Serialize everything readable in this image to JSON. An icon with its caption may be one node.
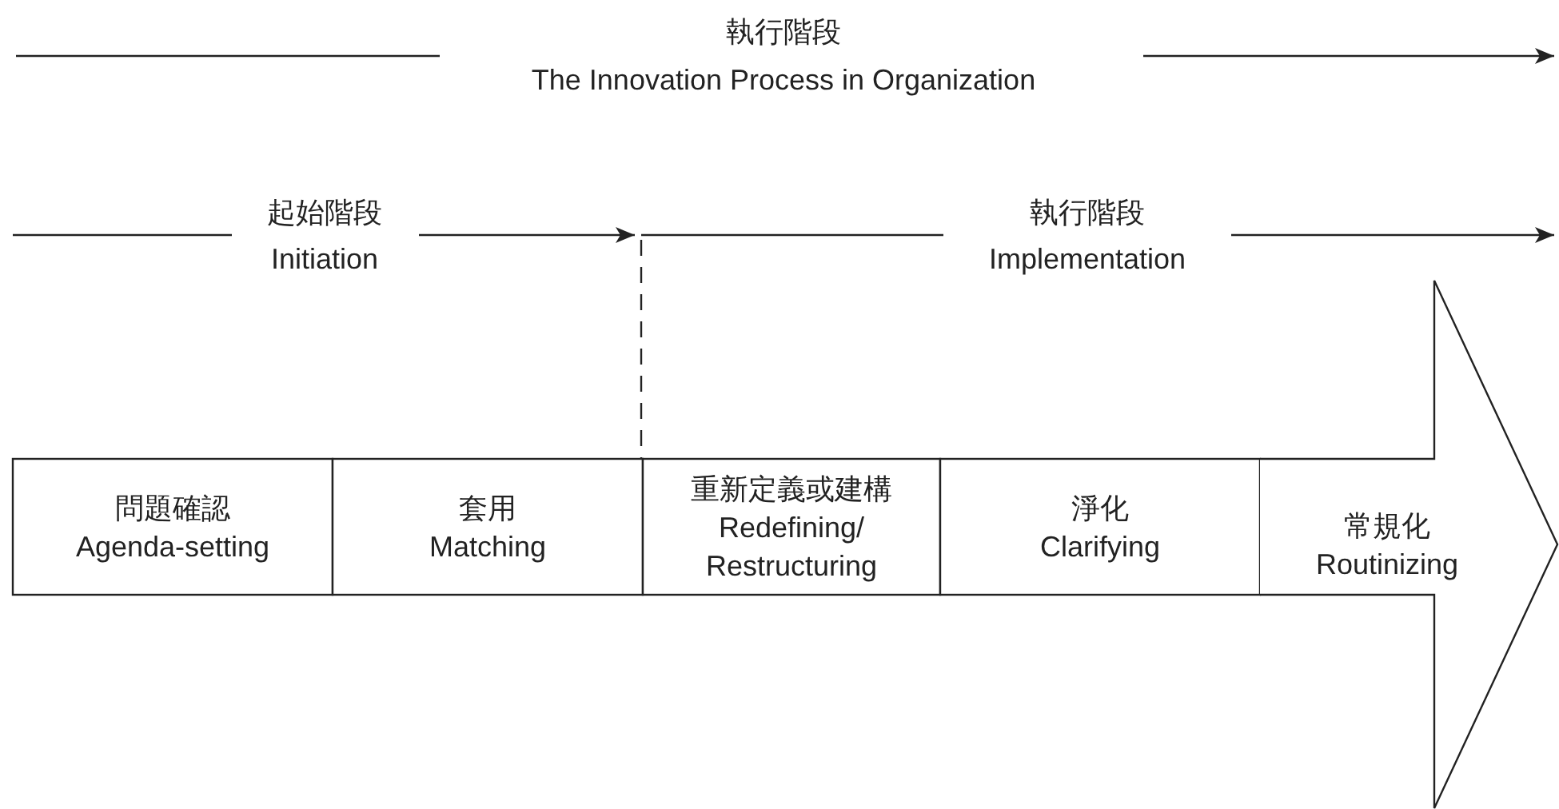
{
  "diagram": {
    "nodes": [
      {
        "text": [
          "問題確認",
          "Agenda-setting"
        ]
      },
      {
        "text": [
          "套用",
          "Matching"
        ]
      },
      {
        "text": [
          "重新定義或建構",
          "Redefining/ Restructuring"
        ]
      },
      {
        "text": [
          "淨化",
          "Clarifying"
        ]
      },
      {
        "text": [
          "常規化",
          "Routinizing"
        ]
      }
    ],
    "labels": [
      "執行階段",
      "The Innovation Process in Organization",
      "起始階段",
      "Initiation",
      "執行階段",
      "Implementation"
    ]
  }
}
